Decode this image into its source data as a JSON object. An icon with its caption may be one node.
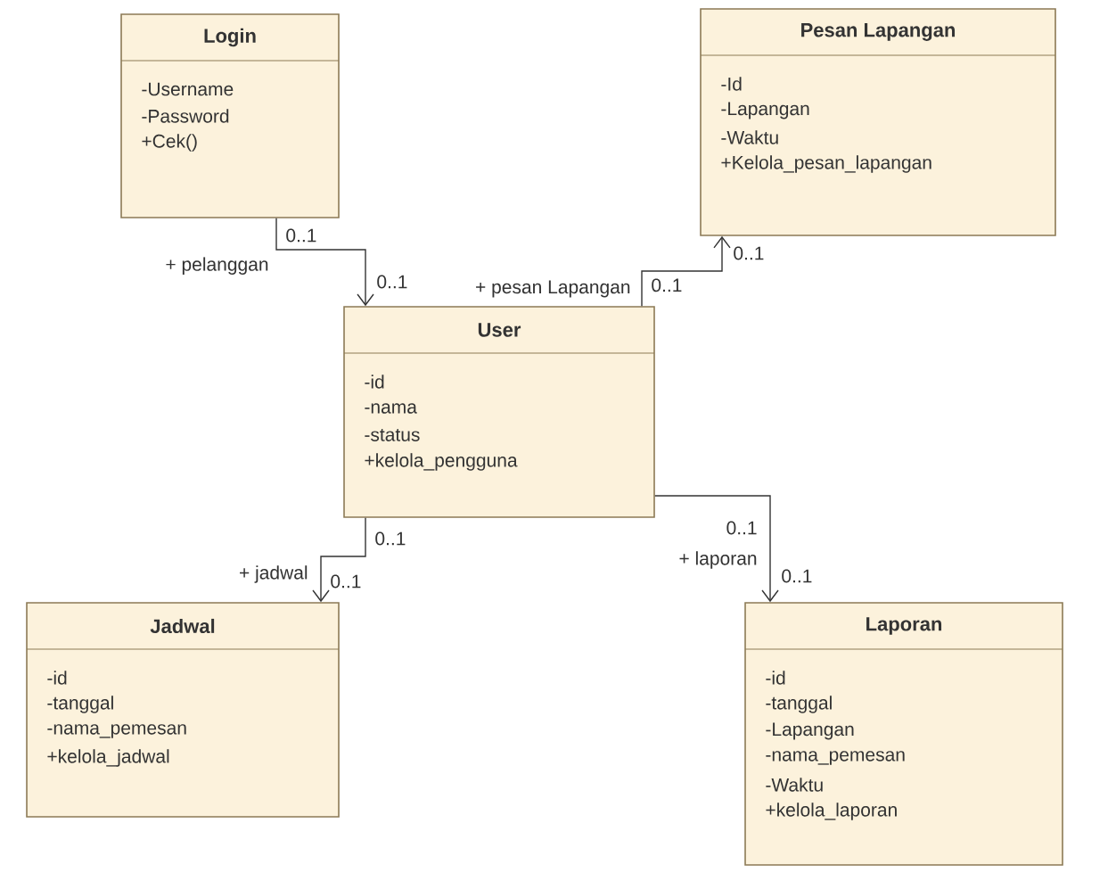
{
  "diagram": {
    "nodes": [
      {
        "text": [
          "Login",
          "-Username",
          "-Password",
          "+Cek()"
        ]
      },
      {
        "text": [
          "User",
          "-id",
          "-nama",
          "-status",
          "+kelola_pengguna"
        ]
      },
      {
        "text": [
          "Pesan Lapangan",
          "-Id",
          "-Lapangan",
          "-Waktu",
          "+Kelola_pesan_lapangan"
        ]
      },
      {
        "text": [
          "Jadwal",
          "-id",
          "-tanggal",
          "-nama_pemesan",
          "+kelola_jadwal"
        ]
      },
      {
        "text": [
          "Laporan",
          "-id",
          "-tanggal",
          "-Lapangan",
          "-nama_pemesan",
          "-Waktu",
          "+kelola_laporan"
        ]
      }
    ],
    "edges": [
      {
        "from": 0,
        "to": 1,
        "arrow": "to",
        "label": "+ pelanggan"
      },
      {
        "from": 1,
        "to": 2,
        "arrow": "to",
        "label": "+ pesan Lapangan"
      },
      {
        "from": 1,
        "to": 3,
        "arrow": "to",
        "label": "+ jadwal"
      },
      {
        "from": 1,
        "to": 4,
        "arrow": "to",
        "label": "+ laporan"
      }
    ],
    "labels": [
      "0..1",
      "0..1",
      "0..1",
      "0..1",
      "0..1",
      "0..1",
      "0..1",
      "0..1"
    ]
  }
}
